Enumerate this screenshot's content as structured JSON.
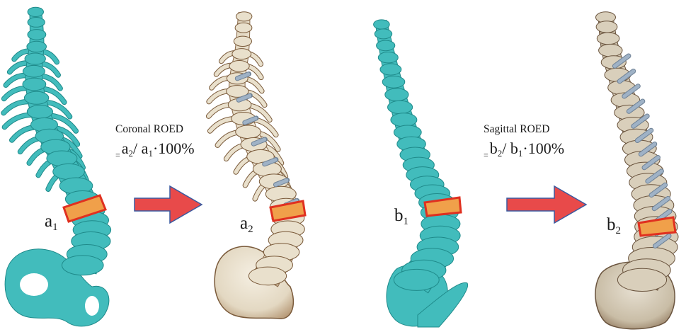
{
  "panels": [
    {
      "id": "a1",
      "letter": "a",
      "sub": "1",
      "style": "model"
    },
    {
      "id": "a2",
      "letter": "a",
      "sub": "2",
      "style": "ct"
    },
    {
      "id": "b1",
      "letter": "b",
      "sub": "1",
      "style": "model"
    },
    {
      "id": "b2",
      "letter": "b",
      "sub": "2",
      "style": "ct"
    }
  ],
  "coronal": {
    "title": "Coronal ROED",
    "eq": "=",
    "num_letter": "a",
    "num_sub": "2",
    "sep": "/ ",
    "den_letter": "a",
    "den_sub": "1",
    "suffix": "·100%"
  },
  "sagittal": {
    "title": "Sagittal ROED",
    "eq": "=",
    "num_letter": "b",
    "num_sub": "2",
    "sep": "/ ",
    "den_letter": "b",
    "den_sub": "1",
    "suffix": "·100%"
  },
  "colors": {
    "model_fill": "#42bcbc",
    "model_dark": "#1f8a8a",
    "ct_fill": "#ebe3d3",
    "ct_dark": "#7a5a3a",
    "screw": "#9fb2c6",
    "segment_fill": "#f0a04a",
    "segment_edge": "#e03020",
    "arrow_fill": "#e84a4a",
    "arrow_edge": "#3a5aa0"
  }
}
